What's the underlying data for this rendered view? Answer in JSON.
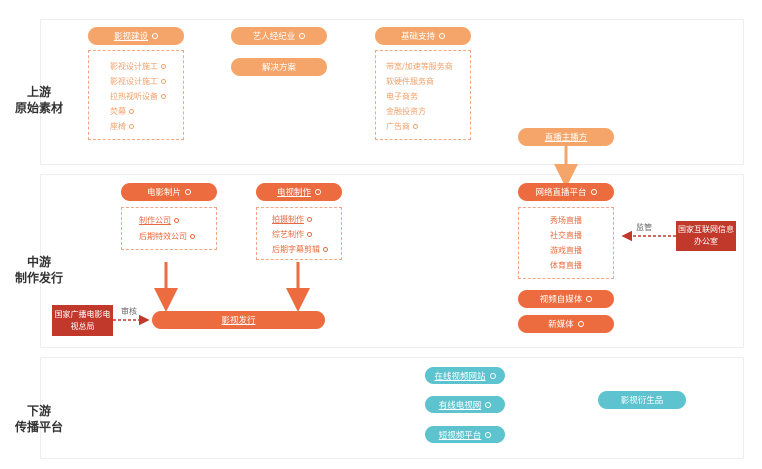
{
  "stages": {
    "upstream": [
      "上游",
      "原始素材"
    ],
    "midstream": [
      "中游",
      "制作发行"
    ],
    "downstream": [
      "下游",
      "传播平台"
    ]
  },
  "upstream": {
    "film_build": "影视建设",
    "film_build_items": [
      "影视设计施工",
      "影视设计施工",
      "拉热视听设备",
      "荧幕",
      "座椅"
    ],
    "artist_agency": "艺人经纪业",
    "solution": "解决方案",
    "infrastructure": "基础支持",
    "infrastructure_items": [
      "带宽/加速等服务商",
      "软硬件服务商",
      "电子商务",
      "金融投资方",
      "广告商"
    ],
    "live_anchor": "直播主播方"
  },
  "midstream": {
    "film_production": "电影制片",
    "film_production_items": [
      "制作公司",
      "后期特效公司"
    ],
    "tv_production": "电视制作",
    "tv_production_items": [
      "拍摄制作",
      "综艺制作",
      "后期字幕剪辑"
    ],
    "film_release": "影视发行",
    "review_label": "审核",
    "sarft": "国家广播电影电视总局",
    "live_platform": "网络直播平台",
    "live_items": [
      "秀场直播",
      "社交直播",
      "游戏直播",
      "体育直播"
    ],
    "self_media": "视频自媒体",
    "new_media": "新媒体",
    "supervise_label": "监管",
    "cac": "国家互联网信息办公室"
  },
  "downstream": {
    "online_video_site": "在线视频网站",
    "cable_tv": "有线电视网",
    "short_video": "短视频平台",
    "derivatives": "影视衍生品"
  },
  "colors": {
    "light_orange": "#f5a56a",
    "dark_orange": "#ec6b3f",
    "authority_red": "#c0392b",
    "teal": "#5cc3cf"
  }
}
